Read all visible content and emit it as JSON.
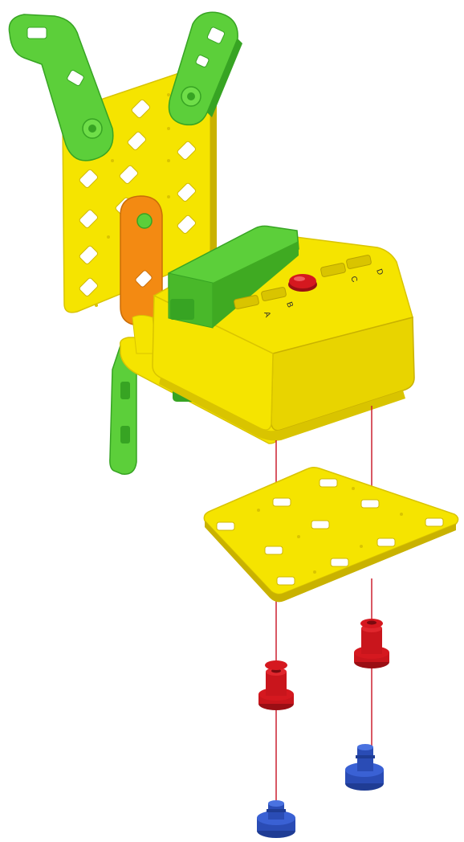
{
  "diagram": {
    "port_labels": [
      "A",
      "B",
      "C",
      "D"
    ]
  },
  "colors": {
    "yellow": "#f5e400",
    "yellow_shade": "#d9c400",
    "yellow_dark": "#b8a300",
    "green": "#5ccf3a",
    "green_dark": "#37a423",
    "orange": "#f38a12",
    "red": "#d5181f",
    "blue": "#2f55c4",
    "guide_line": "#cc2030"
  }
}
